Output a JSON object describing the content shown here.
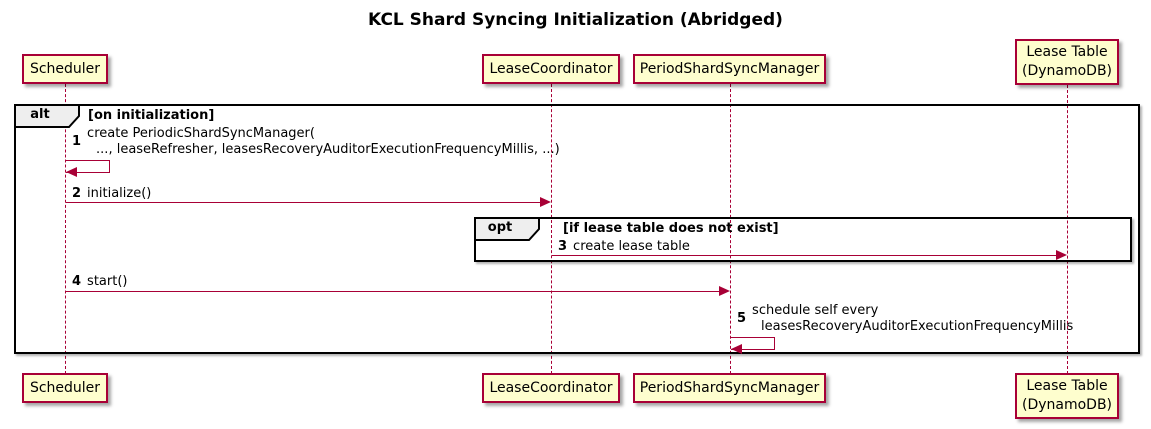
{
  "title": "KCL Shard Syncing Initialization (Abridged)",
  "participants": [
    {
      "label": "Scheduler"
    },
    {
      "label": "LeaseCoordinator"
    },
    {
      "label": "PeriodShardSyncManager"
    },
    {
      "label": "Lease Table",
      "label2": "(DynamoDB)"
    }
  ],
  "frames": {
    "alt": {
      "label": "alt",
      "condition": "[on initialization]"
    },
    "opt": {
      "label": "opt",
      "condition": "[if lease table does not exist]"
    }
  },
  "messages": [
    {
      "num": "1",
      "line1": "create PeriodicShardSyncManager(",
      "line2": "..., leaseRefresher, leasesRecoveryAuditorExecutionFrequencyMillis, ...)"
    },
    {
      "num": "2",
      "line1": "initialize()"
    },
    {
      "num": "3",
      "line1": "create lease table"
    },
    {
      "num": "4",
      "line1": "start()"
    },
    {
      "num": "5",
      "line1": "schedule self every",
      "line2": "leasesRecoveryAuditorExecutionFrequencyMillis"
    }
  ],
  "colors": {
    "participant_fill": "#FEFECE",
    "participant_border": "#A80036",
    "lifeline": "#A80036",
    "arrow": "#A80036",
    "frame_border": "#000000",
    "frame_label_fill": "#EEEEEE"
  }
}
